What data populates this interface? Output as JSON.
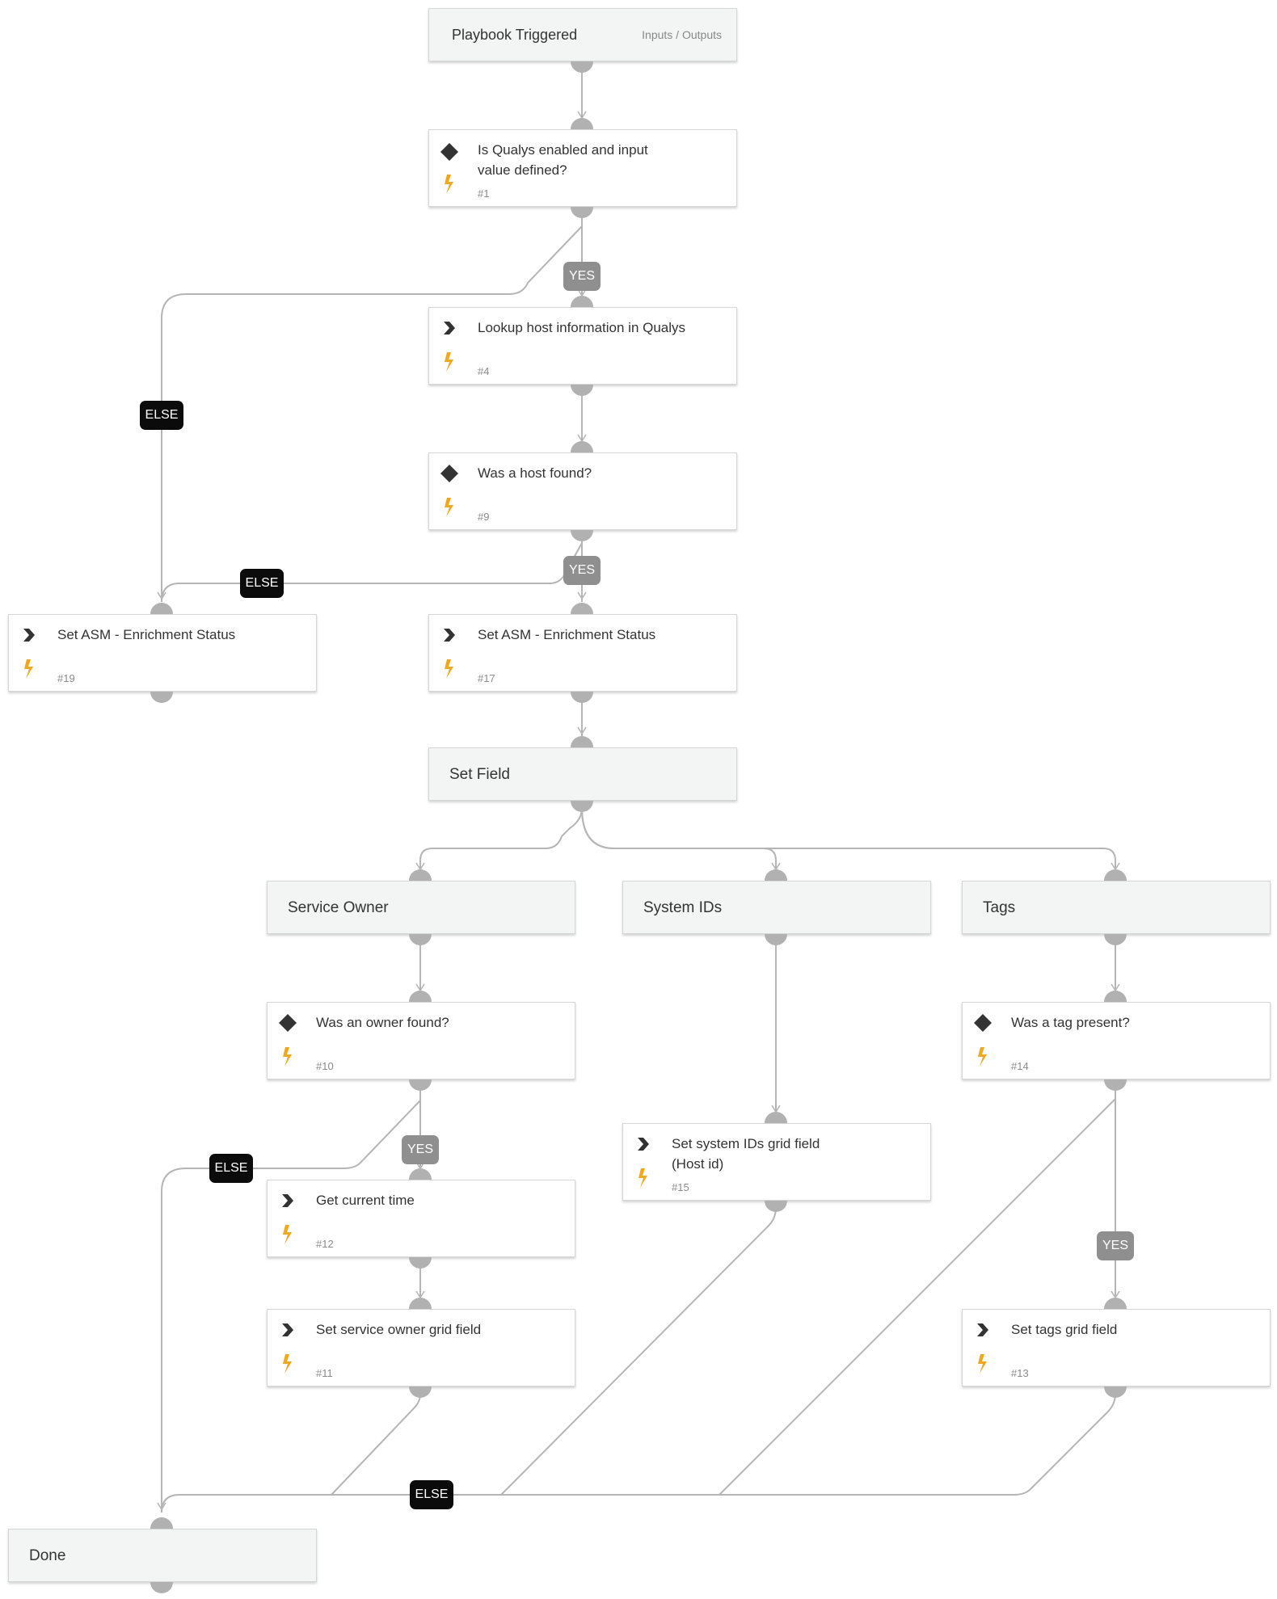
{
  "playbook": {
    "start": {
      "title": "Playbook Triggered",
      "io_link": "Inputs / Outputs"
    },
    "tasks": {
      "t1": {
        "title": "Is Qualys enabled and input value defined?",
        "number": "#1",
        "kind": "condition"
      },
      "t4": {
        "title": "Lookup host information in Qualys",
        "number": "#4",
        "kind": "action"
      },
      "t9": {
        "title": "Was a host found?",
        "number": "#9",
        "kind": "condition"
      },
      "t19": {
        "title": "Set ASM - Enrichment Status",
        "number": "#19",
        "kind": "action"
      },
      "t17": {
        "title": "Set ASM - Enrichment Status",
        "number": "#17",
        "kind": "action"
      },
      "t10": {
        "title": "Was an owner found?",
        "number": "#10",
        "kind": "condition"
      },
      "t12": {
        "title": "Get current time",
        "number": "#12",
        "kind": "action"
      },
      "t11": {
        "title": "Set service owner grid field",
        "number": "#11",
        "kind": "action"
      },
      "t15": {
        "title": "Set system IDs grid field (Host id)",
        "number": "#15",
        "kind": "action"
      },
      "t14": {
        "title": "Was a tag present?",
        "number": "#14",
        "kind": "condition"
      },
      "t13": {
        "title": "Set tags grid field",
        "number": "#13",
        "kind": "action"
      }
    },
    "sections": {
      "set_field": "Set Field",
      "service_owner": "Service Owner",
      "system_ids": "System IDs",
      "tags": "Tags",
      "done": "Done"
    },
    "branch_labels": {
      "yes": "YES",
      "else": "ELSE"
    }
  },
  "colors": {
    "edge": "#b5b5b5",
    "port": "#b1b1b1",
    "yes_label": "#8f8f8f",
    "else_label": "#0b0b0b",
    "lightning": "#f0a81e",
    "section_bg": "#f3f4f4"
  },
  "icons": {
    "condition": "diamond-icon",
    "action": "chevron-right-icon",
    "automation": "lightning-icon"
  }
}
